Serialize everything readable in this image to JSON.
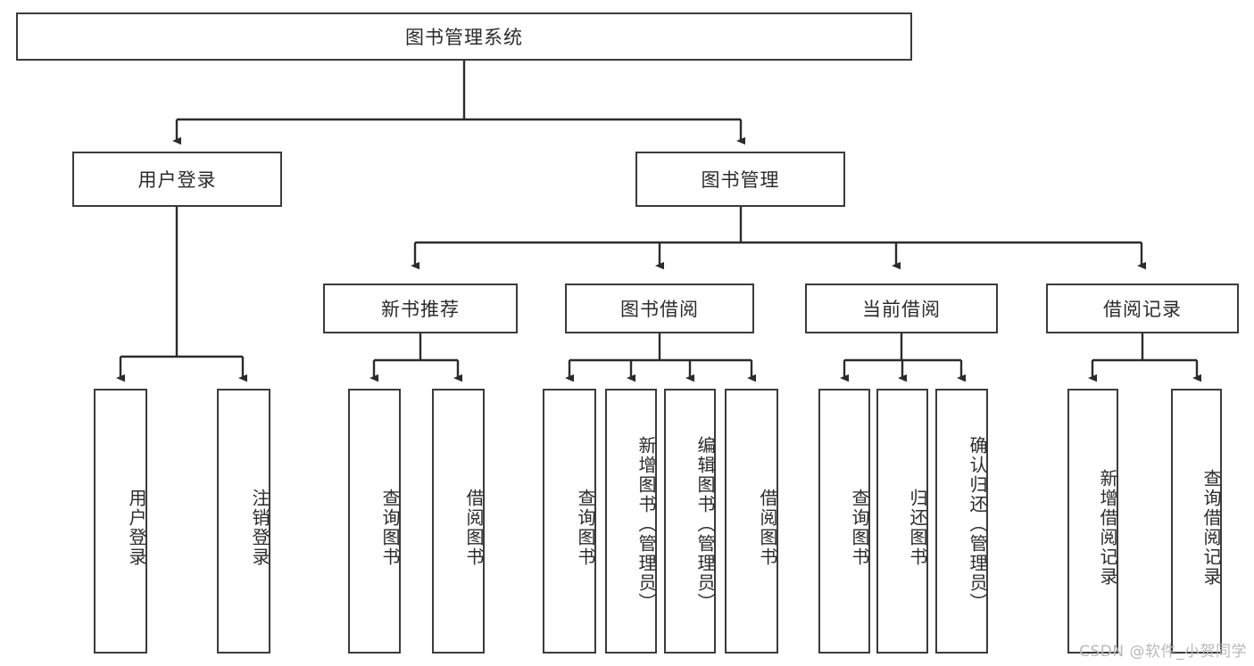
{
  "diagram": {
    "title": "图书管理系统",
    "type": "hierarchy-tree",
    "watermark": "CSDN @软件_小贺同学",
    "colors": {
      "box_border": "#3b3b3b",
      "box_fill": "#ffffff",
      "connector": "#2b2b2b",
      "text": "#2b2b2b",
      "watermark": "#b9b9b9"
    }
  },
  "nodes": {
    "root": {
      "label": "图书管理系统"
    },
    "level2": [
      {
        "label": "用户登录"
      },
      {
        "label": "图书管理"
      }
    ],
    "level3": [
      {
        "label": "新书推荐"
      },
      {
        "label": "图书借阅"
      },
      {
        "label": "当前借阅"
      },
      {
        "label": "借阅记录"
      }
    ],
    "leaves": {
      "user_login": [
        {
          "label": "用户登录"
        },
        {
          "label": "注销登录"
        }
      ],
      "new_book_recommend": [
        {
          "label": "查询图书"
        },
        {
          "label": "借阅图书"
        }
      ],
      "book_borrow": [
        {
          "label": "查询图书"
        },
        {
          "label": "新增图书（管理员）"
        },
        {
          "label": "编辑图书（管理员）"
        },
        {
          "label": "借阅图书"
        }
      ],
      "current_borrow": [
        {
          "label": "查询图书"
        },
        {
          "label": "归还图书"
        },
        {
          "label": "确认归还（管理员）"
        }
      ],
      "borrow_record": [
        {
          "label": "新增借阅记录"
        },
        {
          "label": "查询借阅记录"
        }
      ]
    }
  }
}
